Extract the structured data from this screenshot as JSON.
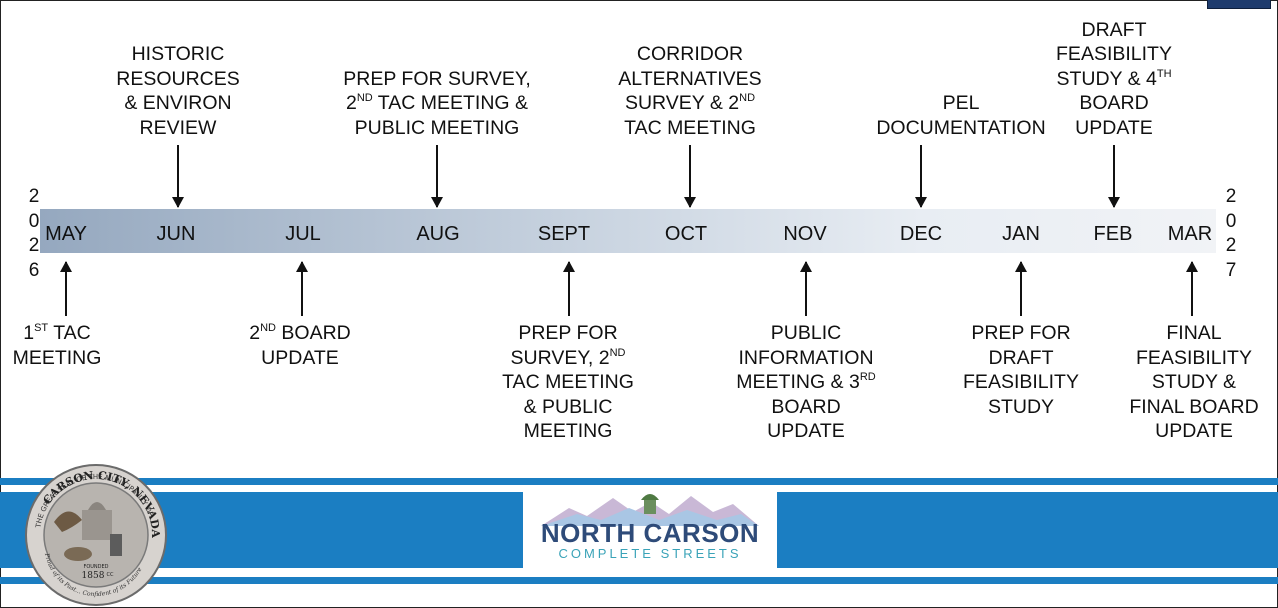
{
  "timeline": {
    "months": [
      "MAY",
      "JUN",
      "JUL",
      "AUG",
      "SEPT",
      "OCT",
      "NOV",
      "DEC",
      "JAN",
      "FEB",
      "MAR"
    ],
    "start_year_digits": [
      "2",
      "0",
      "2",
      "6"
    ],
    "end_year_digits": [
      "2",
      "0",
      "2",
      "7"
    ]
  },
  "milestones_above": [
    {
      "month": "JUN",
      "lines": [
        "HISTORIC",
        "RESOURCES",
        "& ENVIRON",
        "REVIEW"
      ]
    },
    {
      "month": "AUG",
      "lines": [
        "PREP FOR SURVEY,",
        "2<sup>ND</sup> TAC MEETING &",
        "PUBLIC MEETING"
      ]
    },
    {
      "month": "OCT",
      "lines": [
        "CORRIDOR",
        "ALTERNATIVES",
        "SURVEY & 2<sup>ND</sup>",
        "TAC MEETING"
      ]
    },
    {
      "month": "DEC",
      "lines": [
        "PEL",
        "DOCUMENTATION"
      ]
    },
    {
      "month": "FEB",
      "lines": [
        "DRAFT",
        "FEASIBILITY",
        "STUDY & 4<sup>TH</sup>",
        "BOARD",
        "UPDATE"
      ]
    }
  ],
  "milestones_below": [
    {
      "month": "MAY",
      "lines": [
        "1<sup>ST</sup> TAC",
        "MEETING"
      ]
    },
    {
      "month": "JUL",
      "lines": [
        "2<sup>ND</sup> BOARD",
        "UPDATE"
      ]
    },
    {
      "month": "SEPT",
      "lines": [
        "PREP FOR",
        "SURVEY, 2<sup>ND</sup>",
        "TAC MEETING",
        "& PUBLIC",
        "MEETING"
      ]
    },
    {
      "month": "NOV",
      "lines": [
        "PUBLIC",
        "INFORMATION",
        "MEETING & 3<sup>RD</sup>",
        "BOARD",
        "UPDATE"
      ]
    },
    {
      "month": "JAN",
      "lines": [
        "PREP FOR",
        "DRAFT",
        "FEASIBILITY",
        "STUDY"
      ]
    },
    {
      "month": "MAR",
      "lines": [
        "FINAL",
        "FEASIBILITY",
        "STUDY &",
        "FINAL BOARD",
        "UPDATE"
      ]
    }
  ],
  "seal": {
    "ring_text": "THE GREAT SEAL OF THE MUNICIPALITY OF",
    "city_text": "CARSON CITY, NEVADA",
    "founded": "FOUNDED",
    "year": "1858",
    "cc": "CC",
    "motto": "Proud of its Past... Confident of its Future"
  },
  "logo": {
    "title": "NORTH CARSON",
    "subtitle": "COMPLETE STREETS"
  },
  "colors": {
    "band": "#1b7ec2",
    "bar_start": "#95a8bf",
    "bar_end": "#f1f3f6",
    "logo_navy": "#2e4b79",
    "logo_teal": "#3aa3b8"
  }
}
